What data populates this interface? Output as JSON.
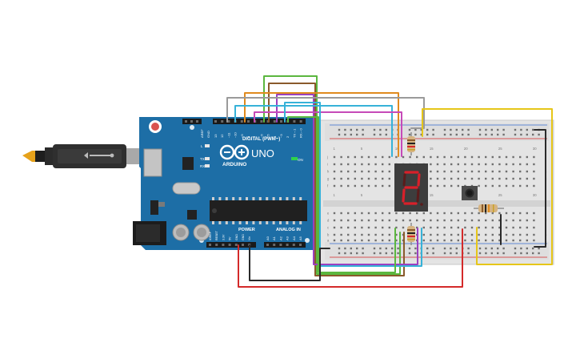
{
  "arduino": {
    "brand": "ARDUINO",
    "model": "UNO",
    "digital_header_label": "DIGITAL (PWM~)",
    "power_label": "POWER",
    "analog_label": "ANALOG IN",
    "on_label": "ON",
    "l_label": "L",
    "tx_label": "TX",
    "rx_label": "RX",
    "aref_label": "AREF",
    "gnd_label": "GND",
    "digital_pins": [
      "13",
      "12",
      "~11",
      "~10",
      "~9",
      "8",
      "7",
      "~6",
      "~5",
      "4",
      "~3",
      "2",
      "TX→1",
      "RX←0"
    ],
    "power_pins": [
      "IOREF",
      "RESET",
      "3.3V",
      "5V",
      "GND",
      "GND",
      "Vin"
    ],
    "analog_pins": [
      "A0",
      "A1",
      "A2",
      "A3",
      "A4",
      "A5"
    ]
  },
  "breadboard": {
    "rows_top": [
      "j",
      "i",
      "h",
      "g",
      "f"
    ],
    "rows_bottom": [
      "e",
      "d",
      "c",
      "b",
      "a"
    ],
    "col_numbers": [
      "1",
      "5",
      "10",
      "15",
      "20",
      "25",
      "30"
    ]
  },
  "colors": {
    "board_blue": "#1d6ea6",
    "wire_red": "#d42a2a",
    "wire_yellow": "#e6c619",
    "wire_green": "#5bb73f",
    "wire_orange": "#e08a1e",
    "wire_purple": "#9b40c0",
    "wire_cyan": "#36b2d8",
    "wire_gray": "#9a9a9a",
    "wire_black": "#2a2a2a",
    "wire_brown": "#8a5a2b",
    "led_red": "#d8202a"
  }
}
